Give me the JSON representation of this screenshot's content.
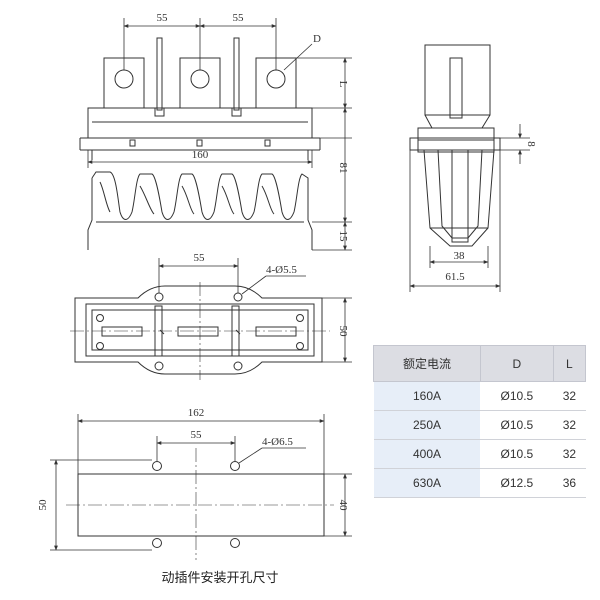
{
  "dims": {
    "top_pitch_1": "55",
    "top_pitch_2": "55",
    "d_label": "D",
    "l_label": "L",
    "width_160": "160",
    "height_81": "81",
    "height_15": "15",
    "side_8": "8",
    "side_38": "38",
    "side_61_5": "61.5",
    "plan_pitch": "55",
    "plan_holes": "4-Ø5.5",
    "plan_50": "50",
    "cut_162": "162",
    "cut_pitch": "55",
    "cut_holes": "4-Ø6.5",
    "cut_50": "50",
    "cut_40": "40"
  },
  "table": {
    "headers": [
      "额定电流",
      "D",
      "L"
    ],
    "rows": [
      [
        "160A",
        "Ø10.5",
        "32"
      ],
      [
        "250A",
        "Ø10.5",
        "32"
      ],
      [
        "400A",
        "Ø10.5",
        "32"
      ],
      [
        "630A",
        "Ø12.5",
        "36"
      ]
    ]
  },
  "caption": "动插件安装开孔尺寸"
}
